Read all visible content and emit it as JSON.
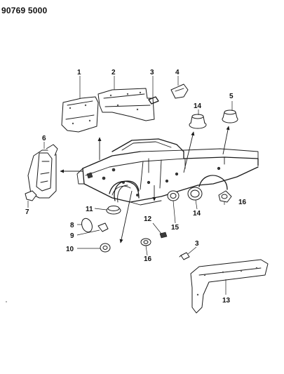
{
  "diagram_id": "90769 5000",
  "callouts": [
    "1",
    "2",
    "3",
    "4",
    "5",
    "6",
    "7",
    "8",
    "9",
    "10",
    "11",
    "12",
    "3",
    "13",
    "14",
    "14",
    "15",
    "16",
    "16"
  ]
}
